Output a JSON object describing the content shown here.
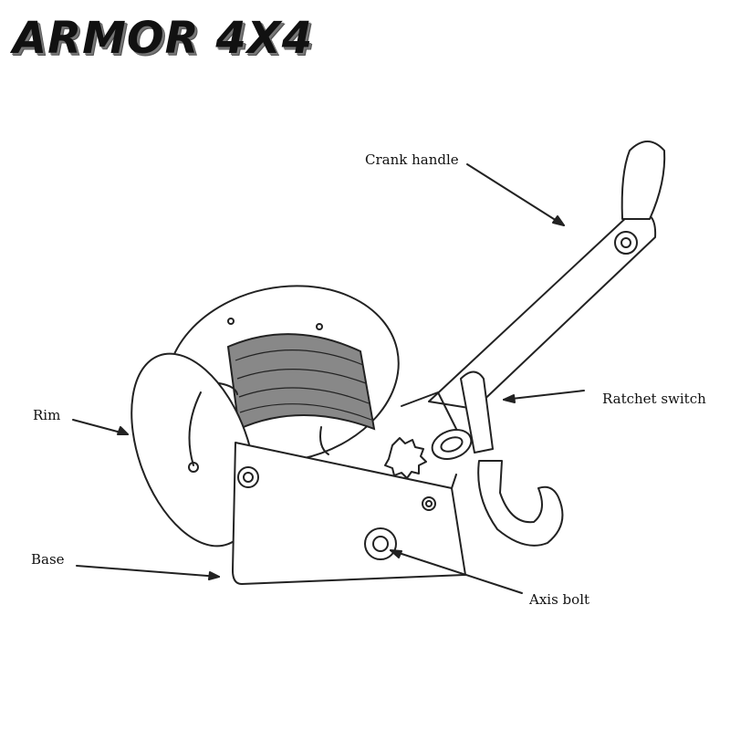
{
  "brand": "ARMOR 4X4",
  "labels": {
    "crank_handle": "Crank handle",
    "ratchet_switch": "Ratchet switch",
    "rim": "Rim",
    "base": "Base",
    "axis_bolt": "Axis bolt"
  },
  "colors": {
    "ink": "#222222",
    "background": "#ffffff"
  }
}
